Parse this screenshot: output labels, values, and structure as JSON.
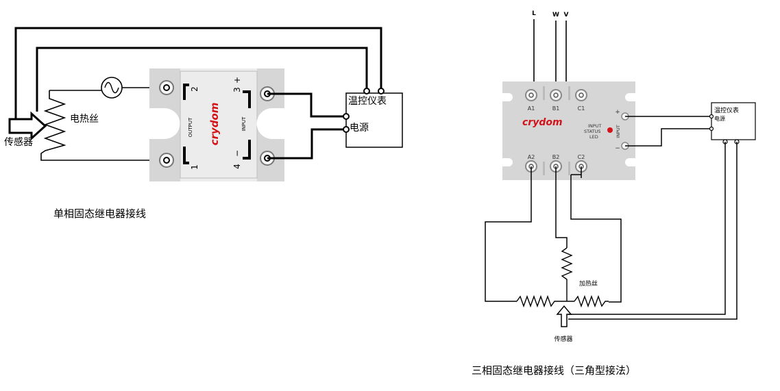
{
  "single_phase": {
    "caption": "单相固态继电器接线",
    "heater_label": "电热丝",
    "sensor_label": "传感器",
    "controller_label": "温控仪表",
    "power_label": "电源",
    "relay": {
      "brand": "crydom",
      "output_label": "OUTPUT",
      "input_label": "INPUT",
      "terminal_1": "1",
      "terminal_2": "2",
      "terminal_3": "3",
      "terminal_4": "4",
      "plus": "+",
      "minus": "−"
    }
  },
  "three_phase": {
    "caption": "三相固态继电器接线（三角型接法）",
    "line_labels": [
      "L",
      "W",
      "V"
    ],
    "controller_label": "温控仪表",
    "power_label": "电源",
    "heater_label": "加热丝",
    "sensor_label": "传感器",
    "relay": {
      "brand": "crydom",
      "terminals_top": [
        "A1",
        "B1",
        "C1"
      ],
      "terminals_bottom": [
        "A2",
        "B2",
        "C2"
      ],
      "status_line1": "INPUT",
      "status_line2": "STATUS",
      "status_line3": "LED",
      "input_label": "INPUT",
      "plus": "+",
      "minus": "−"
    }
  },
  "colors": {
    "relay_body": "#d6d6d6",
    "relay_face": "#ececec",
    "brand_red": "#d2141a",
    "wire": "#000000"
  }
}
